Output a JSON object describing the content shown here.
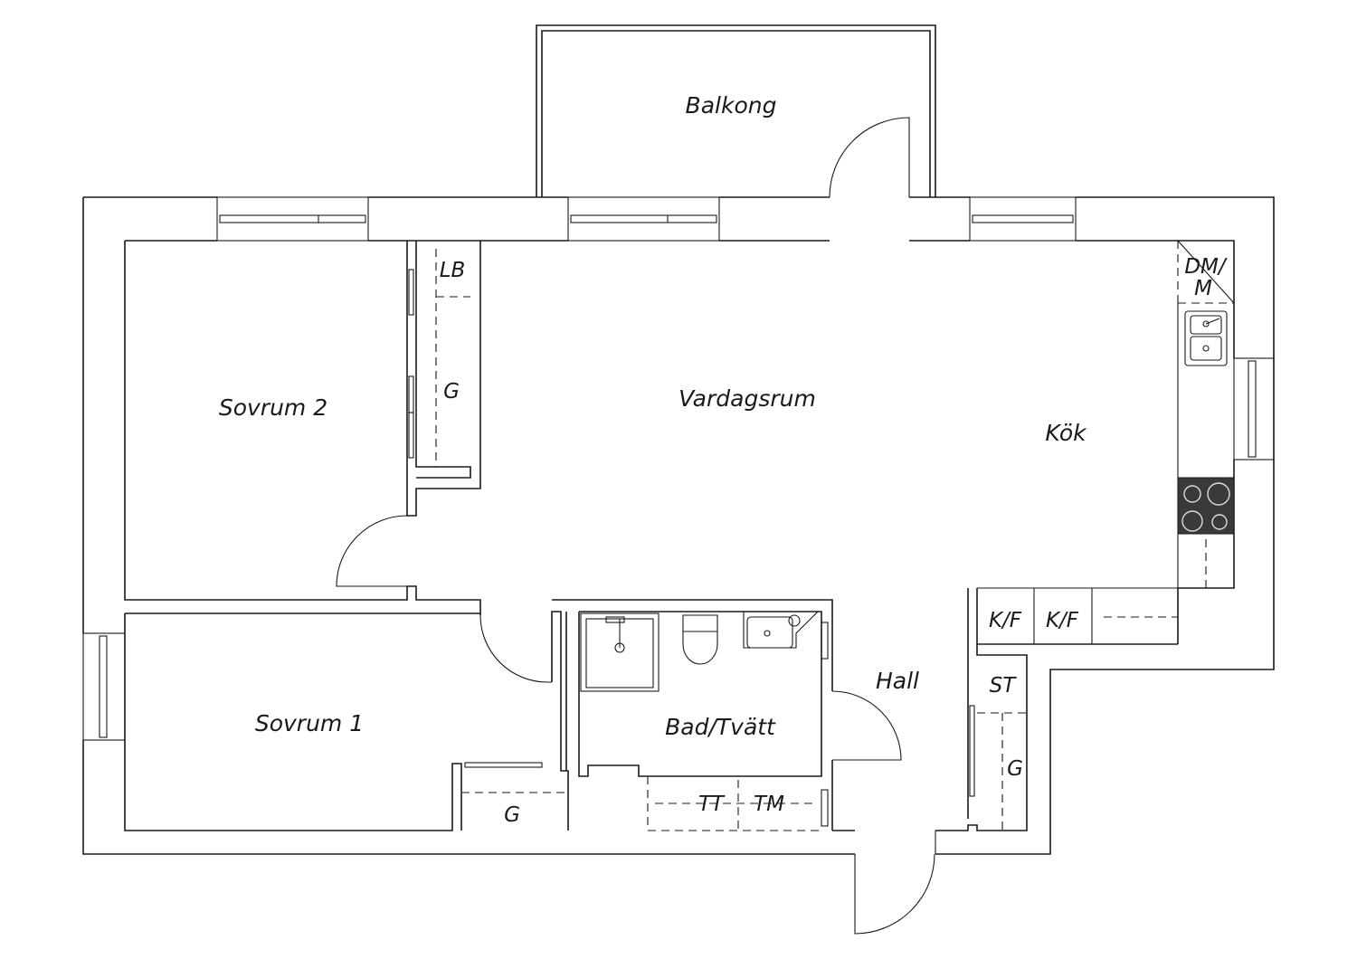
{
  "rooms": {
    "balkong": "Balkong",
    "vardagsrum": "Vardagsrum",
    "kok": "Kök",
    "sovrum2": "Sovrum 2",
    "sovrum1": "Sovrum 1",
    "hall": "Hall",
    "bad": "Bad/Tvätt"
  },
  "fixtures": {
    "lb": "LB",
    "g_sovrum2": "G",
    "g_sovrum1": "G",
    "g_hall": "G",
    "dm_line1": "DM/",
    "dm_line2": "M",
    "kf1": "K/F",
    "kf2": "K/F",
    "st": "ST",
    "tt": "TT",
    "tm": "TM"
  }
}
